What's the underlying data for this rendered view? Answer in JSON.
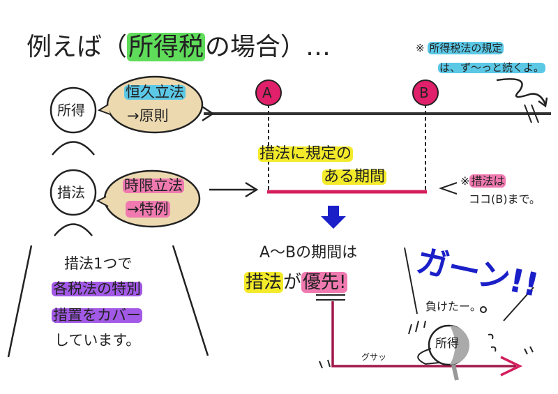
{
  "title": {
    "prefix": "例えば（",
    "highlight": "所得税",
    "suffix": "の場合）…"
  },
  "note_top": {
    "mark": "※",
    "line1": "所得税法の規定",
    "line2": "は、ず〜っと続くよ。"
  },
  "person_income": {
    "label": "所得",
    "bubble_line1": "恒久立法",
    "bubble_line2": "→原則"
  },
  "person_special": {
    "label": "措法",
    "bubble_line1": "時限立法",
    "bubble_line2": "→特例"
  },
  "timeline": {
    "point_a": "A",
    "point_b": "B",
    "period_line1": "措法に規定の",
    "period_line2": "ある期間"
  },
  "note_right": {
    "mark": "※",
    "line1": "措法は",
    "line2": "ココ(B)まで。"
  },
  "priority": {
    "line1": "A〜Bの期間は",
    "highlight1": "措法",
    "middle": "が",
    "highlight2": "優先!"
  },
  "left_text": {
    "line1": "措法1つで",
    "line2": "各税法の特別",
    "line3": "措置をカバー",
    "line4": "しています。"
  },
  "reaction": {
    "shout": "ガーン!!",
    "lose": "負けたー。",
    "stab": "グサッ",
    "fallen_label": "所得"
  },
  "colors": {
    "pink": "#e0206a",
    "blue": "#1a1fc8",
    "beige": "#ecd9b0",
    "green": "#5fdc5a",
    "cyan": "#5bc8e6",
    "yellow": "#f3ea2a",
    "purple": "#a259e6"
  }
}
